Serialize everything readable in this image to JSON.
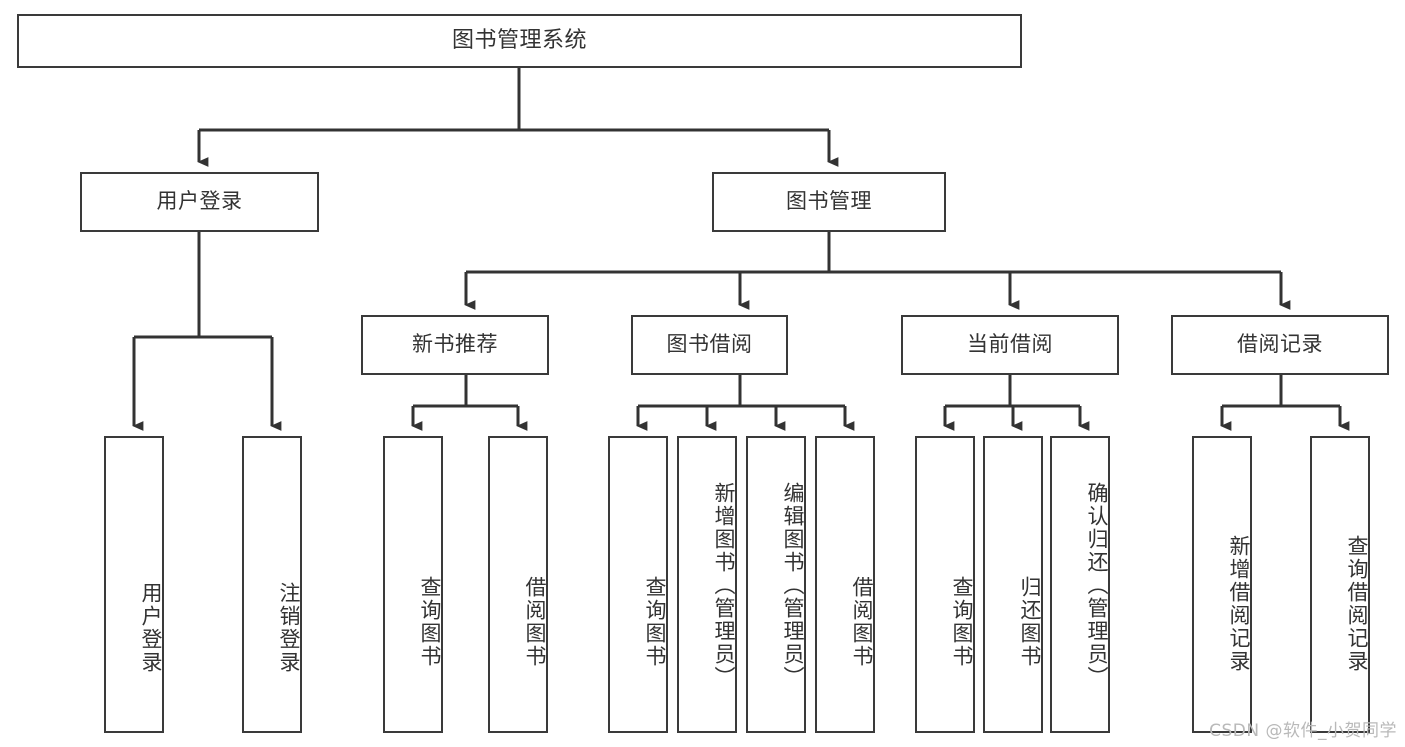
{
  "diagram": {
    "title": "图书管理系统",
    "type": "tree-hierarchy",
    "watermark": "CSDN @软件_小贺同学",
    "colors": {
      "box_border": "#3a3a3a",
      "box_fill": "#ffffff",
      "text": "#333333",
      "connector": "#333333",
      "watermark": "#b9b9b9"
    },
    "levels": {
      "level1": [
        {
          "id": "user-login",
          "label": "用户登录"
        },
        {
          "id": "book-manage",
          "label": "图书管理"
        }
      ],
      "level2": [
        {
          "id": "new-book-recommend",
          "label": "新书推荐",
          "parent": "book-manage"
        },
        {
          "id": "book-borrow",
          "label": "图书借阅",
          "parent": "book-manage"
        },
        {
          "id": "current-borrow",
          "label": "当前借阅",
          "parent": "book-manage"
        },
        {
          "id": "borrow-record",
          "label": "借阅记录",
          "parent": "book-manage"
        }
      ],
      "leaves": {
        "user-login": [
          {
            "id": "leaf-user-login",
            "label": "用户登录"
          },
          {
            "id": "leaf-user-logout",
            "label": "注销登录"
          }
        ],
        "new-book-recommend": [
          {
            "id": "leaf-query-book-1",
            "label": "查询图书"
          },
          {
            "id": "leaf-borrow-book-1",
            "label": "借阅图书"
          }
        ],
        "book-borrow": [
          {
            "id": "leaf-query-book-2",
            "label": "查询图书"
          },
          {
            "id": "leaf-add-book",
            "label": "新增图书（管理员）"
          },
          {
            "id": "leaf-edit-book",
            "label": "编辑图书（管理员）"
          },
          {
            "id": "leaf-borrow-book-2",
            "label": "借阅图书"
          }
        ],
        "current-borrow": [
          {
            "id": "leaf-query-book-3",
            "label": "查询图书"
          },
          {
            "id": "leaf-return-book",
            "label": "归还图书"
          },
          {
            "id": "leaf-confirm-return",
            "label": "确认归还（管理员）"
          }
        ],
        "borrow-record": [
          {
            "id": "leaf-add-record",
            "label": "新增借阅记录"
          },
          {
            "id": "leaf-query-record",
            "label": "查询借阅记录"
          }
        ]
      }
    }
  }
}
